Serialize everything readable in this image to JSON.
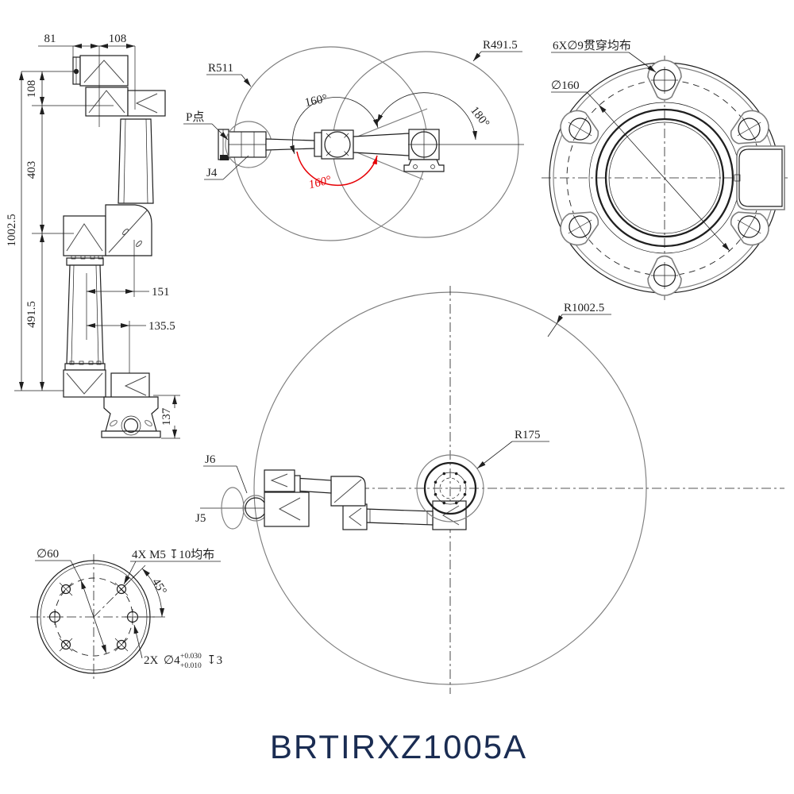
{
  "title": "BRTIRXZ1005A",
  "colors": {
    "line": "#1f1f1f",
    "envelope_gray": "#7e7e7e",
    "accent_red": "#e60005",
    "title_navy": "#1a2c52"
  },
  "side_view": {
    "dim_top_left": "81",
    "dim_top_right": "108",
    "dim_wrist_offset": "108",
    "dim_upper_arm": "403",
    "dim_total_height": "1002.5",
    "dim_lower_arm": "491.5",
    "dim_elbow_offset": "151",
    "dim_base_offset": "135.5",
    "dim_base_height": "137"
  },
  "rotation_view": {
    "reach_label": "R511",
    "reach_inner_label": "R491.5",
    "p_point_label": "P点",
    "joint_label": "J4",
    "angle_top": "160°",
    "angle_bottom": "160°",
    "angle_sweep": "180°"
  },
  "base_flange_view": {
    "holes_label": "6X∅9贯穿均布",
    "bolt_circle_label": "∅160"
  },
  "envelope_view": {
    "max_reach_label": "R1002.5",
    "min_reach_label": "R175",
    "joint5_label": "J5",
    "joint6_label": "J6"
  },
  "tool_flange_view": {
    "diameter_label": "∅60",
    "thread_label": "4X  M5  ↧10均布",
    "angle_label": "45°",
    "dowel_qty": "2X",
    "dowel_dia": "∅4",
    "dowel_tol_upper": "+0.030",
    "dowel_tol_lower": "+0.010",
    "dowel_depth": "↧3"
  }
}
